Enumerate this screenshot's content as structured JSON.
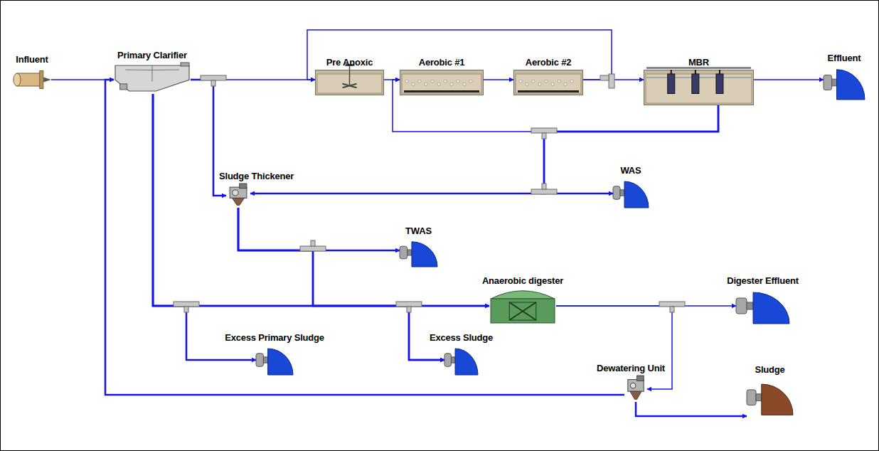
{
  "diagram": {
    "nodes": [
      {
        "text": [
          "Influent"
        ]
      },
      {
        "text": [
          "Primary Clarifier"
        ]
      },
      {
        "text": [
          "Pre Anoxic"
        ]
      },
      {
        "text": [
          "Aerobic #1"
        ]
      },
      {
        "text": [
          "Aerobic #2"
        ]
      },
      {
        "text": [
          "MBR"
        ]
      },
      {
        "text": [
          "Effluent"
        ]
      },
      {
        "text": [
          "Sludge Thickener"
        ]
      },
      {
        "text": [
          "WAS"
        ]
      },
      {
        "text": [
          "TWAS"
        ]
      },
      {
        "text": [
          "Anaerobic digester"
        ]
      },
      {
        "text": [
          "Digester Effluent"
        ]
      },
      {
        "text": [
          "Excess Primary Sludge"
        ]
      },
      {
        "text": [
          "Excess Sludge"
        ]
      },
      {
        "text": [
          "Dewatering Unit"
        ]
      },
      {
        "text": [
          "Sludge"
        ]
      }
    ],
    "edges": [
      {
        "from": 0,
        "to": 1,
        "arrow": "to"
      },
      {
        "from": 1,
        "to": 2,
        "arrow": "to"
      },
      {
        "from": 1,
        "to": 7,
        "arrow": "to"
      },
      {
        "from": 2,
        "to": 3,
        "arrow": "to"
      },
      {
        "from": 3,
        "to": 4,
        "arrow": "to"
      },
      {
        "from": 4,
        "to": 5,
        "arrow": "to"
      },
      {
        "from": 4,
        "to": 2,
        "arrow": "to"
      },
      {
        "from": 5,
        "to": 6,
        "arrow": "to"
      },
      {
        "from": 5,
        "to": 3,
        "arrow": "to"
      },
      {
        "from": 5,
        "to": 8,
        "arrow": "to"
      },
      {
        "from": 5,
        "to": 7,
        "arrow": "to"
      },
      {
        "from": 7,
        "to": 9,
        "arrow": "to"
      },
      {
        "from": 7,
        "to": 10,
        "arrow": "to"
      },
      {
        "from": 7,
        "to": 13,
        "arrow": "to"
      },
      {
        "from": 1,
        "to": 12,
        "arrow": "to"
      },
      {
        "from": 1,
        "to": 10,
        "arrow": "to"
      },
      {
        "from": 1,
        "to": 13,
        "arrow": "to"
      },
      {
        "from": 10,
        "to": 11,
        "arrow": "to"
      },
      {
        "from": 10,
        "to": 14,
        "arrow": "to"
      },
      {
        "from": 14,
        "to": 15,
        "arrow": "to"
      },
      {
        "from": 14,
        "to": 1,
        "arrow": "to"
      }
    ]
  }
}
